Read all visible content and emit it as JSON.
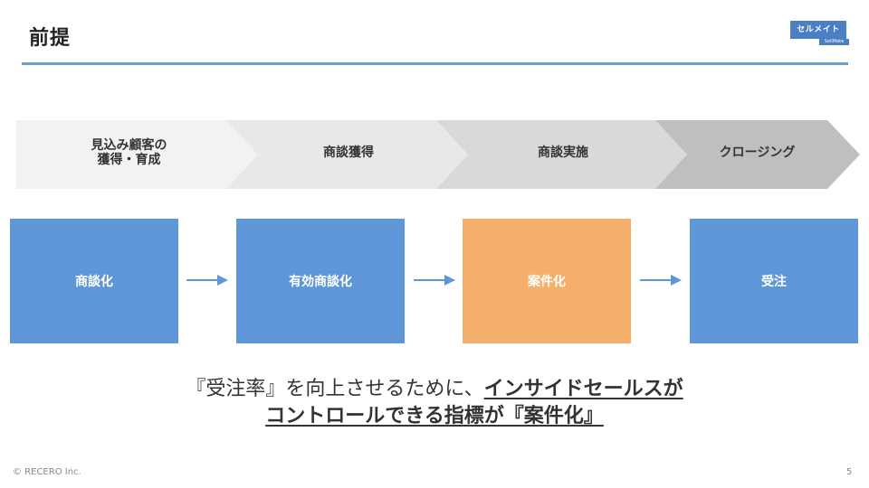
{
  "slide": {
    "title": "前提",
    "page_number": "5",
    "copyright": "© RECERO Inc."
  },
  "logo": {
    "main_text": "セルメイト",
    "sub_text": "SellMate"
  },
  "stages": [
    {
      "label": "見込み顧客の\n獲得・育成",
      "color": "#f2f2f2"
    },
    {
      "label": "商談獲得",
      "color": "#e8e8e8"
    },
    {
      "label": "商談実施",
      "color": "#d9d9d9"
    },
    {
      "label": "クロージング",
      "color": "#bfbfbf"
    }
  ],
  "steps": [
    {
      "label": "商談化",
      "color": "#5f96d8"
    },
    {
      "label": "有効商談化",
      "color": "#5f96d8"
    },
    {
      "label": "案件化",
      "color": "#f4b06a",
      "highlighted": true
    },
    {
      "label": "受注",
      "color": "#5f96d8"
    }
  ],
  "arrow_color": "#5f96d8",
  "message": {
    "part1": "『受注率』を向上させるために、",
    "part2": "インサイドセールスが",
    "part3": "コントロールできる指標が『案件化』"
  }
}
